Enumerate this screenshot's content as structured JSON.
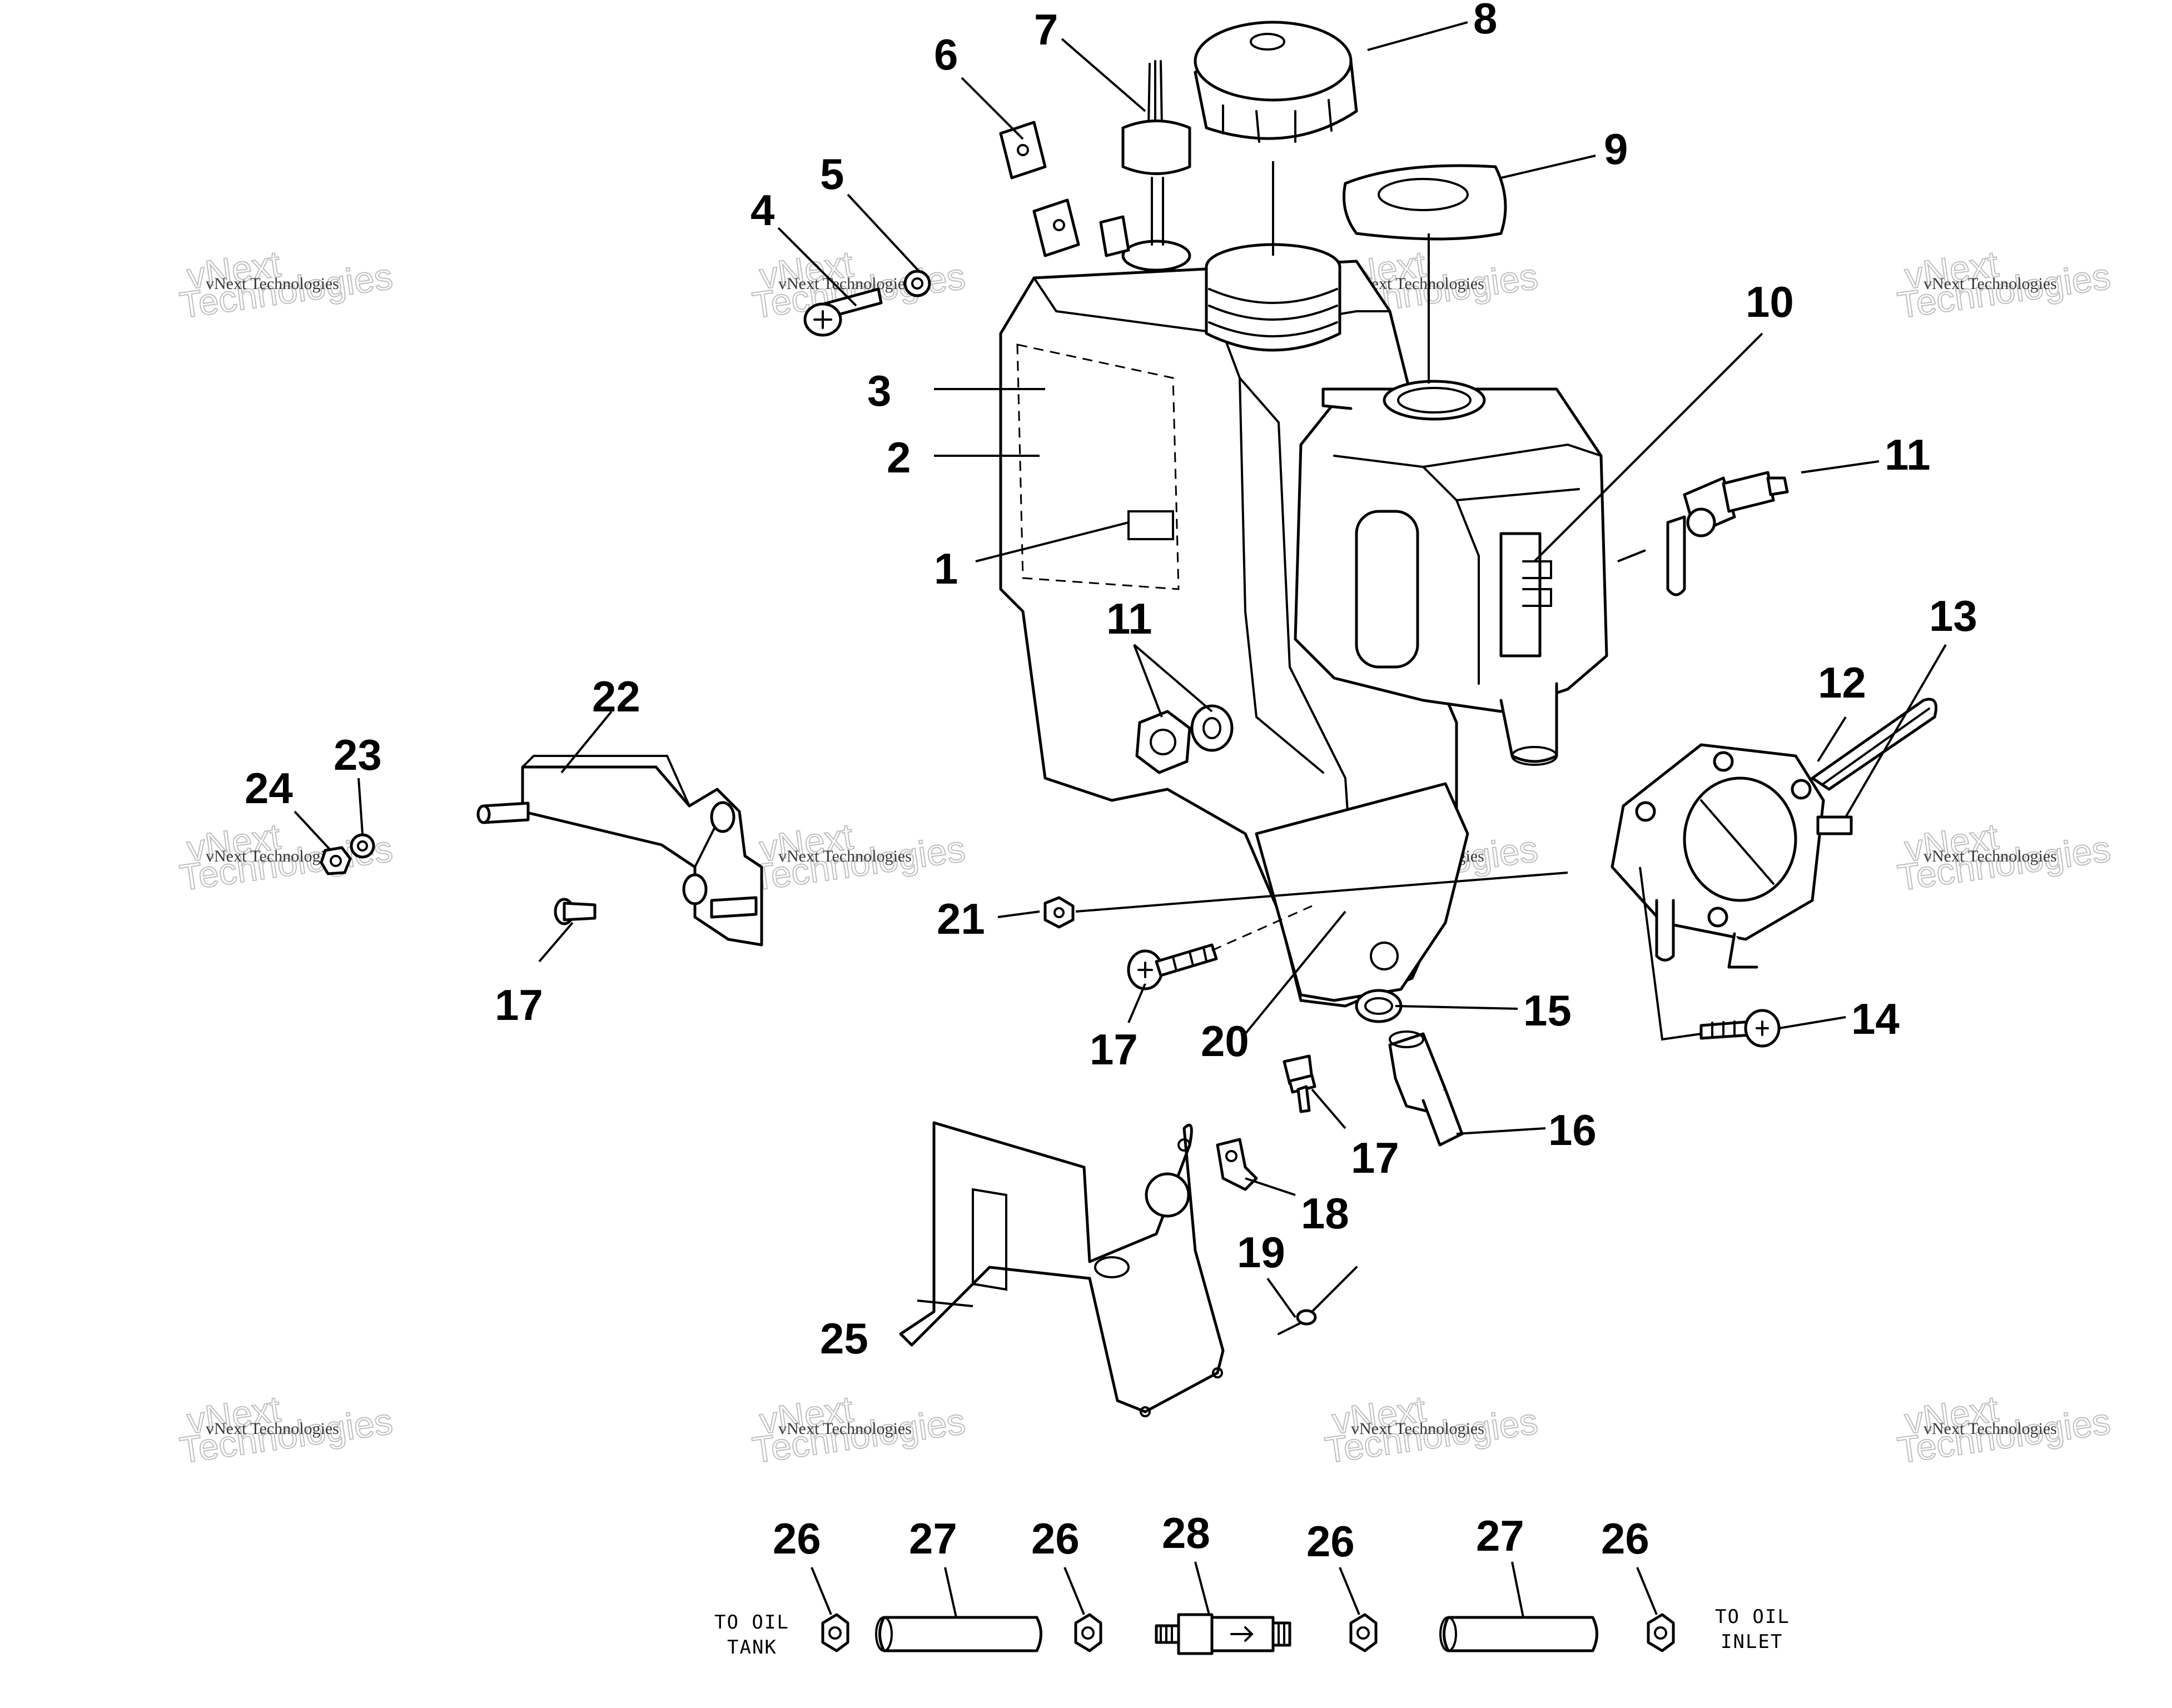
{
  "diagram": {
    "callouts": {
      "c1": "1",
      "c2": "2",
      "c3": "3",
      "c4": "4",
      "c5": "5",
      "c6": "6",
      "c7": "7",
      "c8": "8",
      "c9": "9",
      "c10": "10",
      "c11a": "11",
      "c11b": "11",
      "c12": "12",
      "c13": "13",
      "c14": "14",
      "c15": "15",
      "c16": "16",
      "c17a": "17",
      "c17b": "17",
      "c17c": "17",
      "c18": "18",
      "c19": "19",
      "c20": "20",
      "c21": "21",
      "c22": "22",
      "c23": "23",
      "c24": "24",
      "c25": "25",
      "c26a": "26",
      "c26b": "26",
      "c26c": "26",
      "c26d": "26",
      "c27a": "27",
      "c27b": "27",
      "c28": "28"
    },
    "notes": {
      "to_oil_tank_line1": "TO OIL",
      "to_oil_tank_line2": "TANK",
      "to_oil_inlet_line1": "TO OIL",
      "to_oil_inlet_line2": "INLET"
    },
    "watermark": {
      "small": "vNext Technologies",
      "large": "Technologies",
      "large_prefix": "vNext"
    }
  }
}
